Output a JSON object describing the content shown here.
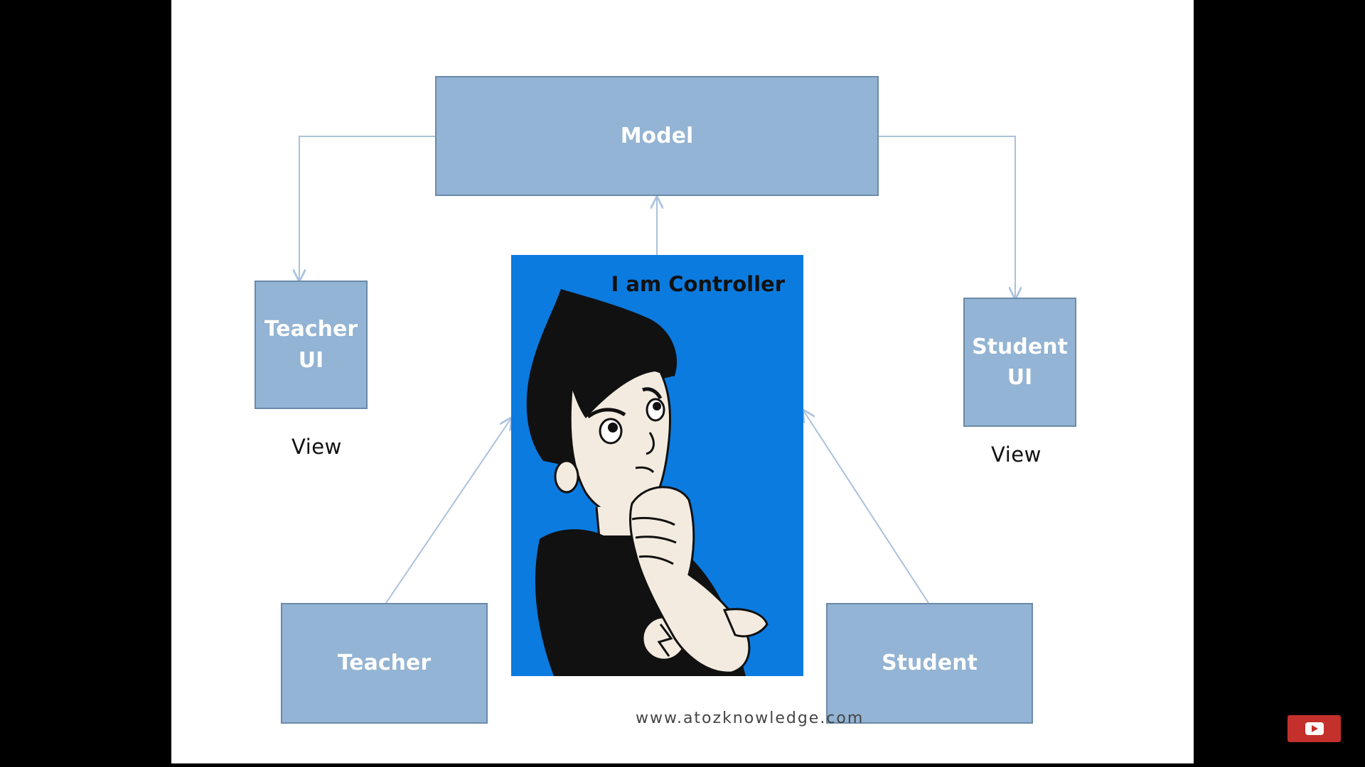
{
  "diagram": {
    "model": "Model",
    "teacher_ui": "Teacher\nUI",
    "student_ui": "Student\nUI",
    "view_left": "View",
    "view_right": "View",
    "teacher": "Teacher",
    "student": "Student",
    "controller": "I am Controller",
    "watermark": "www.atozknowledge.com"
  },
  "colors": {
    "box_fill": "#93b4d4",
    "box_border": "#6c8aa8",
    "controller_bg": "#0b7be0",
    "connector": "#aac2dc"
  },
  "icons": [
    "youtube-icon"
  ]
}
